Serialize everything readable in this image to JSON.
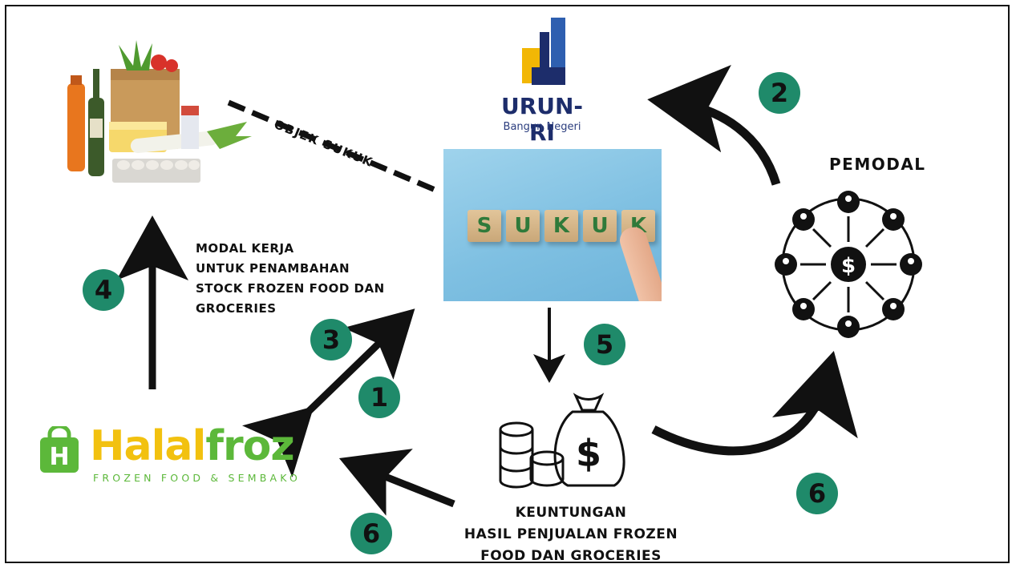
{
  "nodes": {
    "urun": {
      "name": "URUN-RI",
      "tagline": "Bangun Negeri"
    },
    "sukuk_cubes": [
      "S",
      "U",
      "K",
      "U",
      "K"
    ],
    "halalfroz": {
      "word_part1": "Halal",
      "word_part2": "froz",
      "tagline": "FROZEN FOOD & SEMBAKO",
      "icon_letter": "H"
    },
    "pemodal": {
      "label": "PEMODAL",
      "currency_symbol": "$"
    },
    "money_bag": {
      "currency_symbol": "$"
    }
  },
  "labels": {
    "objek_sukuk": "OBJEK SUKUK",
    "modal_kerja": [
      "MODAL KERJA",
      "UNTUK PENAMBAHAN",
      "STOCK FROZEN FOOD DAN",
      "GROCERIES"
    ],
    "keuntungan": [
      "KEUNTUNGAN",
      "HASIL PENJUALAN FROZEN",
      "FOOD DAN GROCERIES"
    ]
  },
  "badges": {
    "b1": "1",
    "b2": "2",
    "b3": "3",
    "b4": "4",
    "b5": "5",
    "b6_left": "6",
    "b6_right": "6"
  },
  "colors": {
    "badge": "#1f8a6a",
    "urun_navy": "#1d2d6b",
    "urun_yellow": "#f2b705",
    "urun_blue": "#2e5fb0",
    "halal_yellow": "#f2c10f",
    "halal_green": "#5cb83a",
    "arrow": "#111111"
  }
}
